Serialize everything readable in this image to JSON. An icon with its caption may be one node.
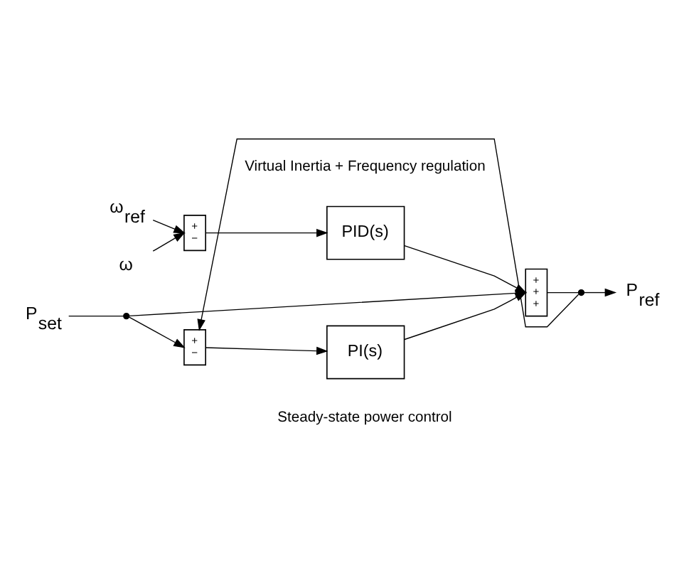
{
  "diagram": {
    "nodes": [
      {
        "text": [
          "ω$_{ref}$"
        ]
      },
      {
        "text": [
          "ω"
        ]
      },
      {
        "text": [
          "+",
          "−"
        ]
      },
      {
        "text": [
          "PID(s)"
        ]
      },
      {
        "text": [
          "P$_{set}$"
        ]
      },
      {
        "text": [],
        "shape": "circle"
      },
      {
        "text": [
          "+",
          "−"
        ]
      },
      {
        "text": [
          "PI(s)"
        ]
      },
      {
        "text": [
          "+",
          "+",
          "+"
        ]
      },
      {
        "text": [],
        "shape": "circle"
      },
      {
        "text": [
          "P$_{ref}$"
        ]
      }
    ],
    "edges": [
      {
        "from": 0,
        "to": 2,
        "arrow": "to"
      },
      {
        "from": 1,
        "to": 2,
        "arrow": "to"
      },
      {
        "from": 2,
        "to": 3,
        "arrow": "to"
      },
      {
        "from": 3,
        "to": 8,
        "arrow": "to"
      },
      {
        "from": 4,
        "to": 5,
        "arrow": "none"
      },
      {
        "from": 5,
        "to": 8,
        "arrow": "to"
      },
      {
        "from": 5,
        "to": 6,
        "arrow": "to"
      },
      {
        "from": 6,
        "to": 7,
        "arrow": "to"
      },
      {
        "from": 7,
        "to": 8,
        "arrow": "to"
      },
      {
        "from": 8,
        "to": 9,
        "arrow": "none"
      },
      {
        "from": 9,
        "to": 10,
        "arrow": "to"
      },
      {
        "from": 9,
        "to": 6,
        "arrow": "to"
      }
    ],
    "labels": [
      "Virtual Inertia + Frequency regulation",
      "Steady-state power control"
    ]
  }
}
